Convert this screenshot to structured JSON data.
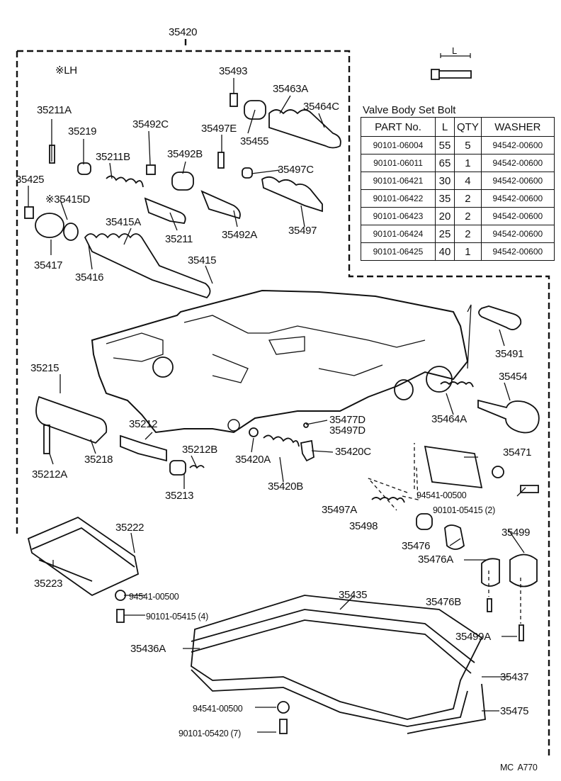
{
  "assembly_label": "35420",
  "side_note": "※LH",
  "table": {
    "title": "Valve Body Set Bolt",
    "dimension_label": "L",
    "headers": [
      "PART No.",
      "L",
      "QTY",
      "WASHER"
    ],
    "rows": [
      [
        "90101-06004",
        "55",
        "5",
        "94542-00600"
      ],
      [
        "90101-06011",
        "65",
        "1",
        "94542-00600"
      ],
      [
        "90101-06421",
        "30",
        "4",
        "94542-00600"
      ],
      [
        "90101-06422",
        "35",
        "2",
        "94542-00600"
      ],
      [
        "90101-06423",
        "20",
        "2",
        "94542-00600"
      ],
      [
        "90101-06424",
        "25",
        "2",
        "94542-00600"
      ],
      [
        "90101-06425",
        "40",
        "1",
        "94542-00600"
      ]
    ]
  },
  "labels": {
    "p35493": "35493",
    "p35463A": "35463A",
    "p35464C": "35464C",
    "p35211A": "35211A",
    "p35219": "35219",
    "p35492C": "35492C",
    "p35497E": "35497E",
    "p35455": "35455",
    "p35211B": "35211B",
    "p35492B": "35492B",
    "p35497C": "35497C",
    "p35425": "35425",
    "p35415D": "※35415D",
    "p35415A": "35415A",
    "p35211": "35211",
    "p35492A": "35492A",
    "p35497": "35497",
    "p35417": "35417",
    "p35416": "35416",
    "p35415": "35415",
    "p35491": "35491",
    "p35454": "35454",
    "p35215": "35215",
    "p35464A": "35464A",
    "p35477D": "35477D",
    "p35497D": "35497D",
    "p35212": "35212",
    "p35212B": "35212B",
    "p35420A": "35420A",
    "p35420C": "35420C",
    "p35471": "35471",
    "p35218": "35218",
    "p35212A": "35212A",
    "p35213": "35213",
    "p35420B": "35420B",
    "w94541_00500a": "94541-00500",
    "b90101_05415_2": "90101-05415 (2)",
    "p35497A": "35497A",
    "p35498": "35498",
    "p35499": "35499",
    "p35222": "35222",
    "p35476": "35476",
    "p35476A": "35476A",
    "p35223": "35223",
    "w94541_00500b": "94541-00500",
    "p35435": "35435",
    "p35476B": "35476B",
    "b90101_05415_4": "90101-05415 (4)",
    "p35499A": "35499A",
    "p35436A": "35436A",
    "p35437": "35437",
    "w94541_00500c": "94541-00500",
    "p35475": "35475",
    "b90101_05420_7": "90101-05420 (7)",
    "footer": "MC  A770"
  }
}
